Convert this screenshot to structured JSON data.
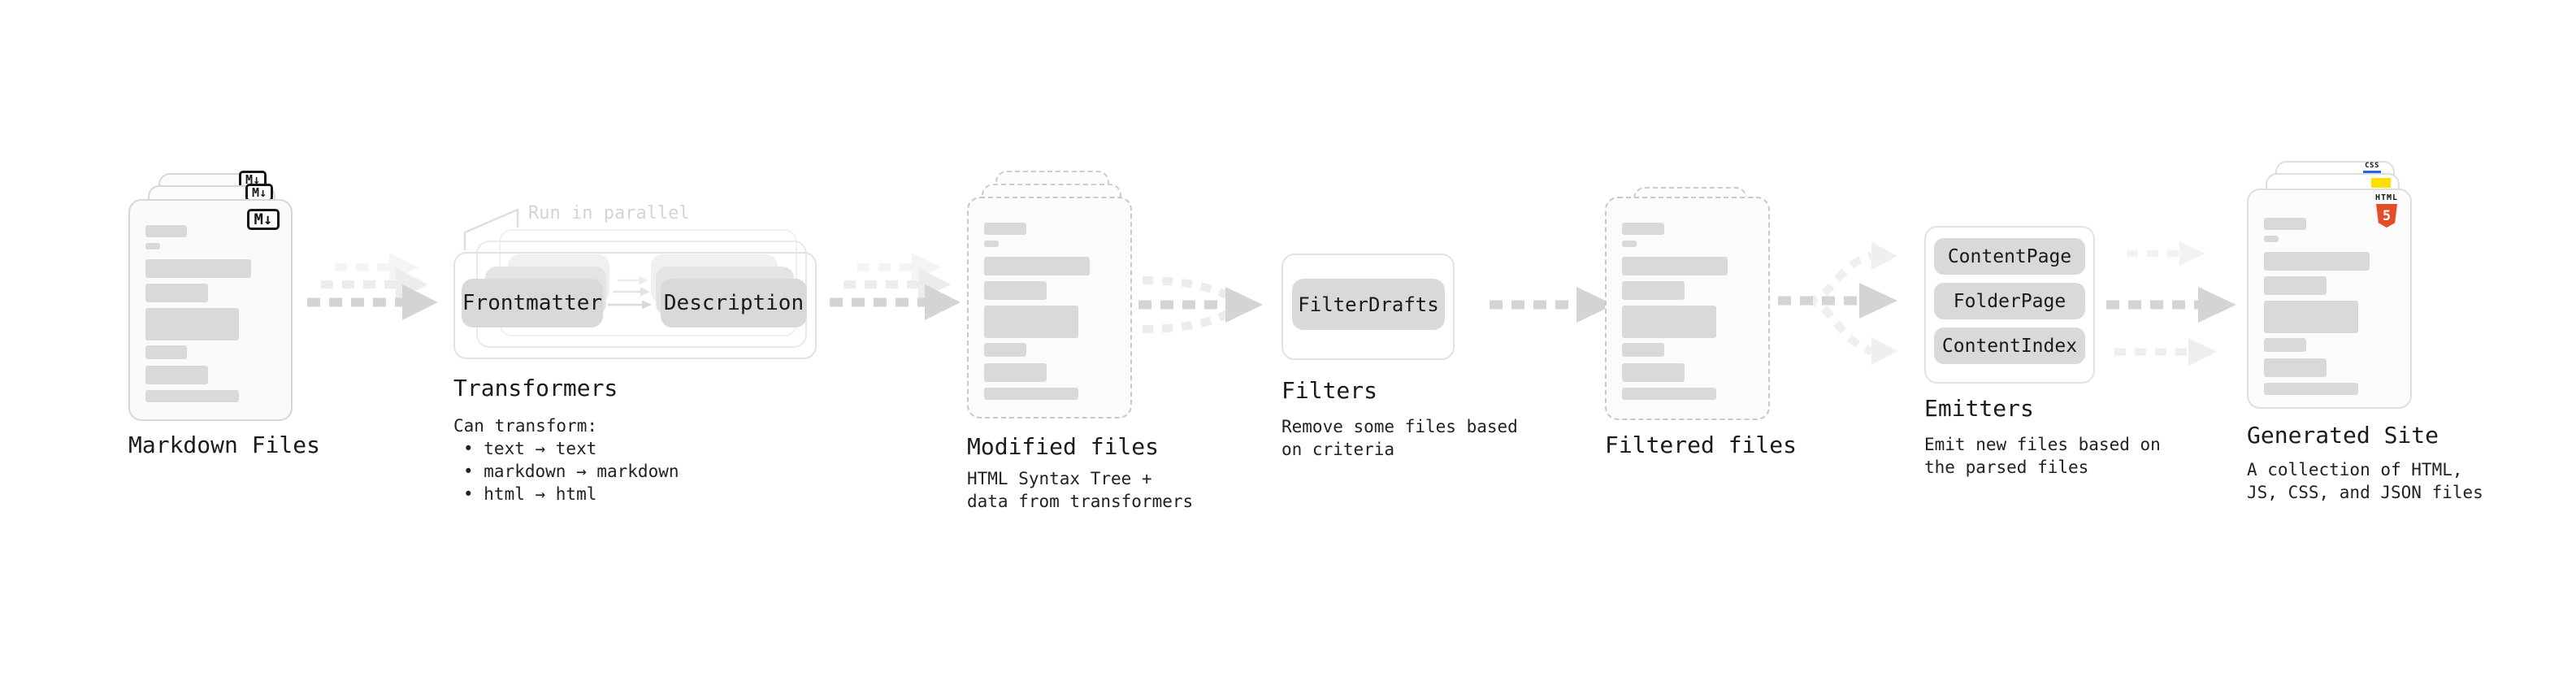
{
  "colors": {
    "text": "#1b1b1b",
    "pill_gray": "#d9d9d9",
    "arrow_gray": "#d4d4d4",
    "ghost_gray": "#ececec",
    "html5_orange": "#e44d26",
    "js_yellow": "#ffdf00",
    "css_blue": "#2862e9"
  },
  "nodes": {
    "markdown_files": {
      "label": "Markdown Files",
      "badge": "M↓"
    },
    "transformers": {
      "label": "Transformers",
      "callout": "Run in parallel",
      "pills": [
        "Frontmatter",
        "Description"
      ],
      "notes": [
        "Can transform:",
        "• text → text",
        "• markdown → markdown",
        "• html → html"
      ]
    },
    "modified_files": {
      "label": "Modified files",
      "notes": [
        "HTML Syntax Tree +",
        "data from transformers"
      ]
    },
    "filters": {
      "label": "Filters",
      "pills": [
        "FilterDrafts"
      ],
      "notes": [
        "Remove some files based",
        "on criteria"
      ]
    },
    "filtered_files": {
      "label": "Filtered files"
    },
    "emitters": {
      "label": "Emitters",
      "pills": [
        "ContentPage",
        "FolderPage",
        "ContentIndex"
      ],
      "notes": [
        "Emit new files based on",
        "the parsed files"
      ]
    },
    "generated_site": {
      "label": "Generated Site",
      "badges": {
        "css": "CSS",
        "html": "HTML",
        "five": "5"
      },
      "notes": [
        "A collection of HTML,",
        "JS, CSS, and JSON files"
      ]
    }
  }
}
